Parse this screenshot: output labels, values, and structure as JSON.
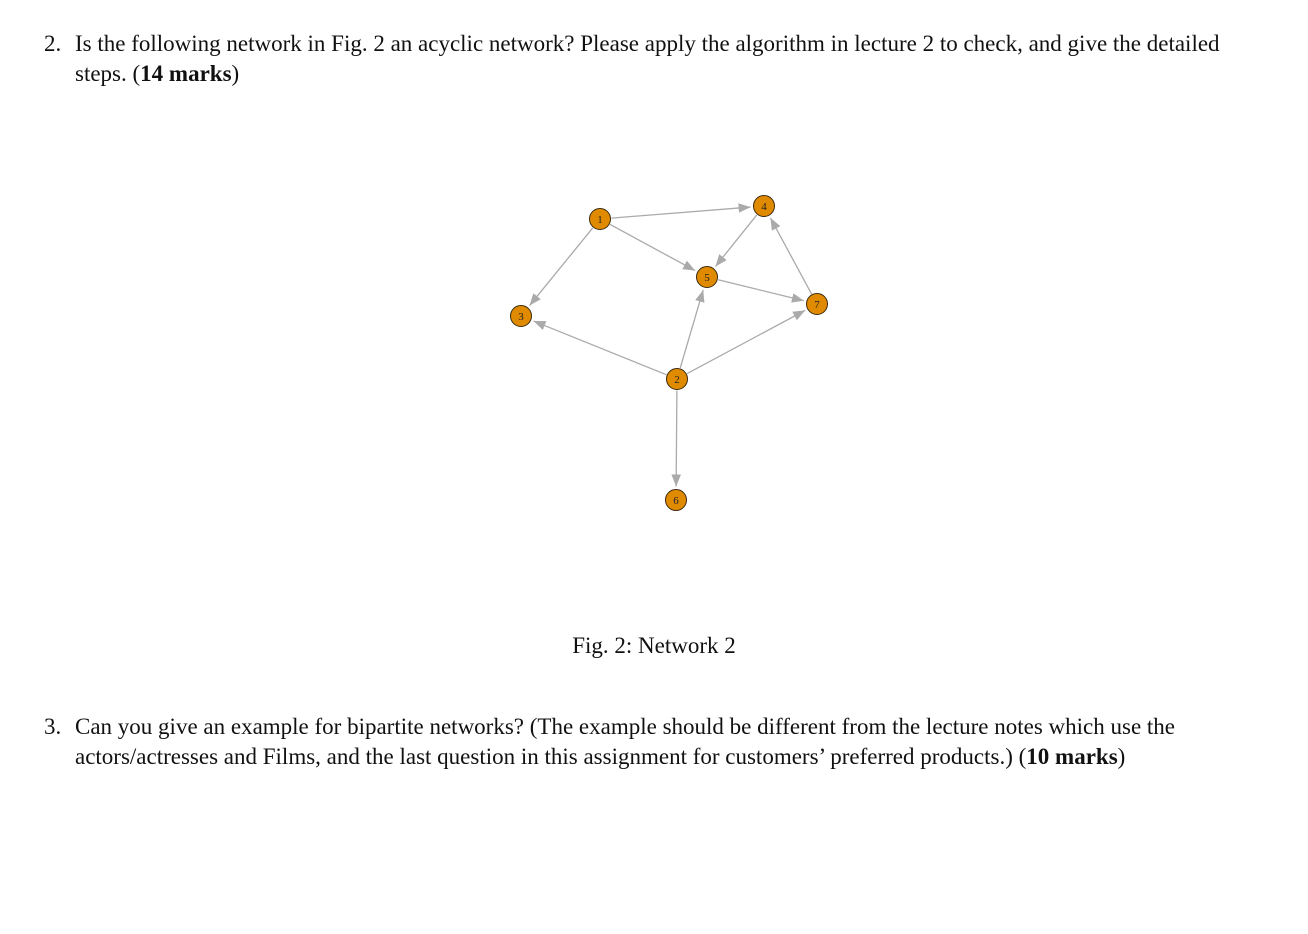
{
  "q2": {
    "number": "2.",
    "text": "Is the following network in Fig. 2 an acyclic network? Please apply the algorithm in lecture 2 to check, and give the detailed steps.",
    "marks_open": "(",
    "marks_bold": "14 marks",
    "marks_close": ")"
  },
  "figure": {
    "caption": "Fig. 2: Network 2",
    "node_color": "#e08a00",
    "edge_color": "#aaaaaa",
    "nodes": [
      {
        "id": "1",
        "label": "1"
      },
      {
        "id": "2",
        "label": "2"
      },
      {
        "id": "3",
        "label": "3"
      },
      {
        "id": "4",
        "label": "4"
      },
      {
        "id": "5",
        "label": "5"
      },
      {
        "id": "6",
        "label": "6"
      },
      {
        "id": "7",
        "label": "7"
      }
    ],
    "edges": [
      {
        "from": "1",
        "to": "4"
      },
      {
        "from": "1",
        "to": "5"
      },
      {
        "from": "1",
        "to": "3"
      },
      {
        "from": "4",
        "to": "5"
      },
      {
        "from": "7",
        "to": "4"
      },
      {
        "from": "5",
        "to": "7"
      },
      {
        "from": "2",
        "to": "5"
      },
      {
        "from": "2",
        "to": "7"
      },
      {
        "from": "2",
        "to": "3"
      },
      {
        "from": "2",
        "to": "6"
      }
    ]
  },
  "q3": {
    "number": "3.",
    "text": "Can you give an example for bipartite networks? (The example should be different from the lecture notes which use the actors/actresses and Films, and the last question in this assignment for customers’ preferred products.)",
    "marks_open": "(",
    "marks_bold": "10 marks",
    "marks_close": ")"
  }
}
